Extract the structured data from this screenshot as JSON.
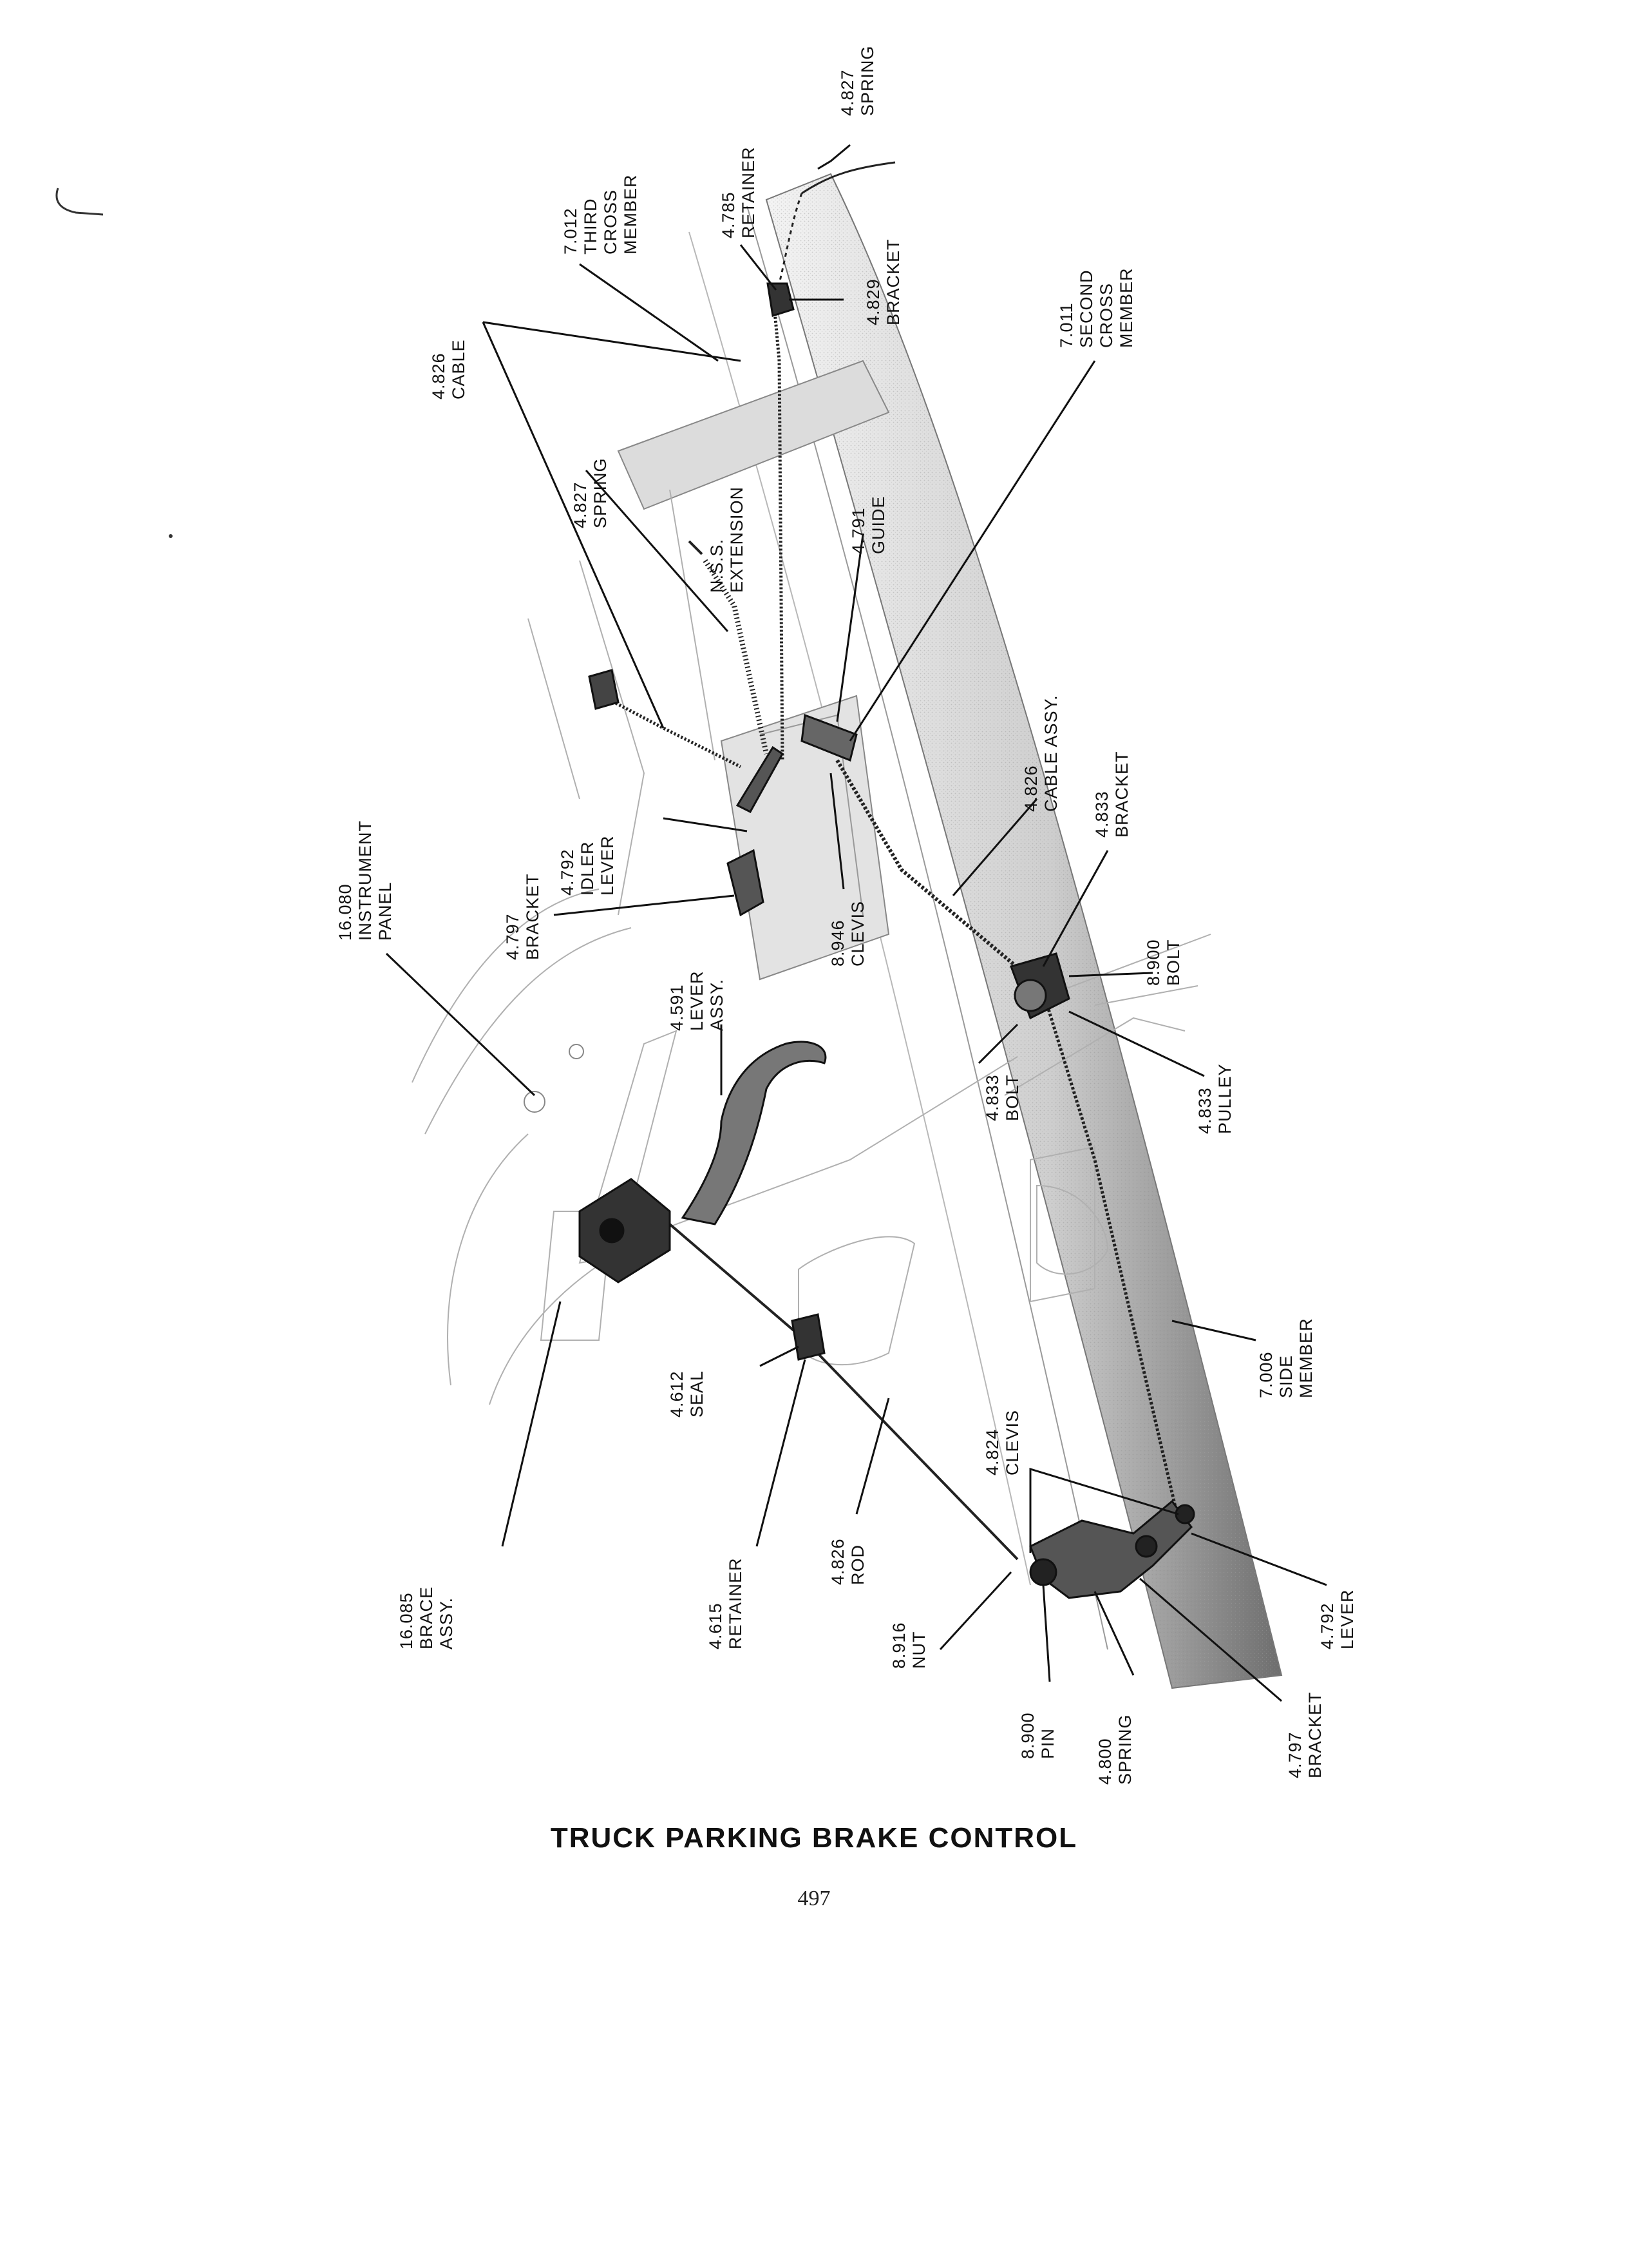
{
  "figure": {
    "caption": "TRUCK PARKING BRAKE CONTROL",
    "page_number": "497"
  },
  "callouts": [
    {
      "id": "spring-top",
      "lines": [
        "4.827",
        "SPRING"
      ]
    },
    {
      "id": "retainer-top",
      "lines": [
        "4.785",
        "RETAINER"
      ]
    },
    {
      "id": "third-cross-member",
      "lines": [
        "7.012",
        "THIRD",
        "CROSS",
        "MEMBER"
      ]
    },
    {
      "id": "bracket-4829",
      "lines": [
        "4.829",
        "BRACKET"
      ]
    },
    {
      "id": "cable-top",
      "lines": [
        "4.826",
        "CABLE"
      ]
    },
    {
      "id": "second-cross-member",
      "lines": [
        "7.011",
        "SECOND",
        "CROSS",
        "MEMBER"
      ]
    },
    {
      "id": "spring-mid",
      "lines": [
        "4.827",
        "SPRING"
      ]
    },
    {
      "id": "nss-extension",
      "lines": [
        "N.S.S.",
        "EXTENSION"
      ]
    },
    {
      "id": "guide",
      "lines": [
        "4.791",
        "GUIDE"
      ]
    },
    {
      "id": "cable-assy",
      "lines": [
        "4.826",
        "CABLE ASSY."
      ]
    },
    {
      "id": "bracket-4833",
      "lines": [
        "4.833",
        "BRACKET"
      ]
    },
    {
      "id": "instrument-panel",
      "lines": [
        "16.080",
        "INSTRUMENT",
        "PANEL"
      ]
    },
    {
      "id": "idler-lever",
      "lines": [
        "4.792",
        "IDLER",
        "LEVER"
      ]
    },
    {
      "id": "bracket-4797-top",
      "lines": [
        "4.797",
        "BRACKET"
      ]
    },
    {
      "id": "lever-assy",
      "lines": [
        "4.591",
        "LEVER",
        "ASSY."
      ]
    },
    {
      "id": "clevis-8946",
      "lines": [
        "8.946",
        "CLEVIS"
      ]
    },
    {
      "id": "bolt-8900",
      "lines": [
        "8.900",
        "BOLT"
      ]
    },
    {
      "id": "bolt-4833",
      "lines": [
        "4.833",
        "BOLT"
      ]
    },
    {
      "id": "pulley",
      "lines": [
        "4.833",
        "PULLEY"
      ]
    },
    {
      "id": "side-member",
      "lines": [
        "7.006",
        "SIDE",
        "MEMBER"
      ]
    },
    {
      "id": "seal",
      "lines": [
        "4.612",
        "SEAL"
      ]
    },
    {
      "id": "clevis-4824",
      "lines": [
        "4.824",
        "CLEVIS"
      ]
    },
    {
      "id": "brace-assy",
      "lines": [
        "16.085",
        "BRACE",
        "ASSY."
      ]
    },
    {
      "id": "retainer-bottom",
      "lines": [
        "4.615",
        "RETAINER"
      ]
    },
    {
      "id": "rod",
      "lines": [
        "4.826",
        "ROD"
      ]
    },
    {
      "id": "nut",
      "lines": [
        "8.916",
        "NUT"
      ]
    },
    {
      "id": "pin",
      "lines": [
        "8.900",
        "PIN"
      ]
    },
    {
      "id": "spring-bottom",
      "lines": [
        "4.800",
        "SPRING"
      ]
    },
    {
      "id": "bracket-4797-bottom",
      "lines": [
        "4.797",
        "BRACKET"
      ]
    },
    {
      "id": "lever-4792",
      "lines": [
        "4.792",
        "LEVER"
      ]
    }
  ]
}
